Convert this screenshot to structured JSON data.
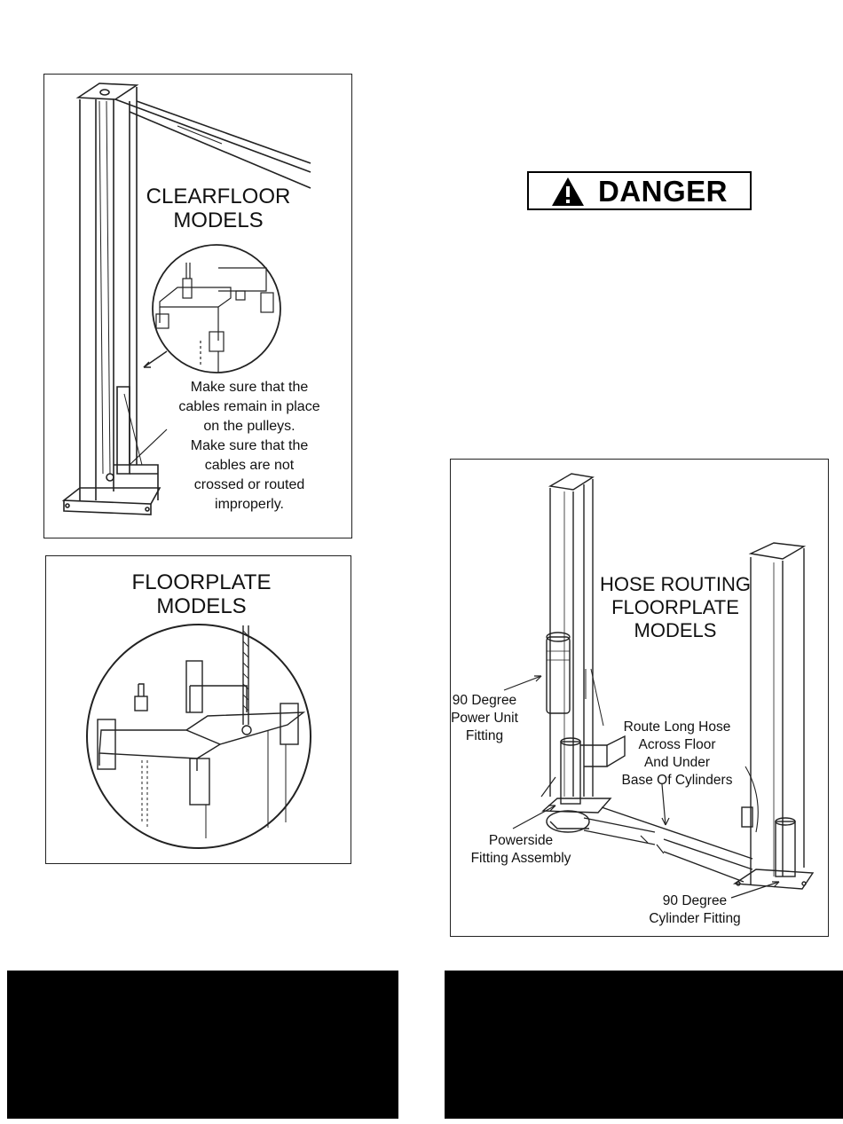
{
  "clearfloor_panel": {
    "heading": [
      "CLEARFLOOR",
      "MODELS"
    ],
    "caption": [
      "Make sure that the",
      "cables remain in place",
      "on the pulleys.",
      "Make sure that the",
      "cables are not",
      "crossed or routed",
      "improperly."
    ]
  },
  "floorplate_panel": {
    "heading": [
      "FLOORPLATE",
      "MODELS"
    ]
  },
  "danger_sign": {
    "label": "DANGER",
    "icon": "warning-triangle-icon",
    "colors": {
      "border": "#000000",
      "text": "#000000"
    }
  },
  "hose_routing_panel": {
    "heading": [
      "HOSE ROUTING",
      "FLOORPLATE",
      "MODELS"
    ],
    "labels": {
      "power_unit_fitting": [
        "90 Degree",
        "Power Unit",
        "Fitting"
      ],
      "route_long_hose": [
        "Route Long Hose",
        "Across Floor",
        "And Under",
        "Base Of Cylinders"
      ],
      "powerside_fitting": [
        "Powerside",
        "Fitting Assembly"
      ],
      "cylinder_fitting": [
        "90 Degree",
        "Cylinder Fitting"
      ]
    }
  },
  "colors": {
    "ink": "#111111",
    "bar": "#000000",
    "page": "#ffffff"
  }
}
